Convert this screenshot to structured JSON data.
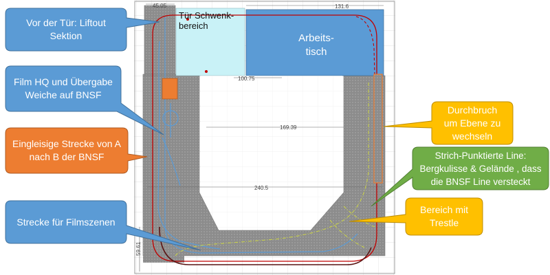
{
  "colors": {
    "blue_callout": "#5b9bd5",
    "blue_border": "#41719c",
    "orange_callout": "#ed7d31",
    "orange_border": "#ae5a21",
    "yellow_callout": "#ffc000",
    "yellow_border": "#bc8c00",
    "green_callout": "#70ad47",
    "green_border": "#507e32",
    "benchwork": "#8c8c8c",
    "door_area": "#c9f2f7",
    "desk": "#5b9bd5",
    "track_red": "#c00000",
    "track_blue": "#5b9bd5",
    "track_dark": "#5a1414",
    "track_green": "#c8d04a"
  },
  "plan": {
    "door_label": "Tür Schwenk-\nbereich",
    "desk_label": "Arbeits-\ntisch",
    "dimensions": [
      "131.6",
      "100.75",
      "169.39",
      "240.5",
      "59.61",
      "45.05"
    ]
  },
  "callouts": {
    "liftout": "Vor der Tür: Liftout\nSektion",
    "film_hq": "Film HQ und Übergabe\nWeiche auf BNSF",
    "single_track": "Eingleisige Strecke von A\nnach B der BNSF",
    "film_track": "Strecke für Filmszenen",
    "durchbruch": "Durchbruch\num Ebene zu\nwechseln",
    "dash_dot": "Strich-Punktierte Line:\nBergkulisse & Gelände , dass\ndie BNSF Line versteckt",
    "trestle": "Bereich mit\nTrestle"
  }
}
